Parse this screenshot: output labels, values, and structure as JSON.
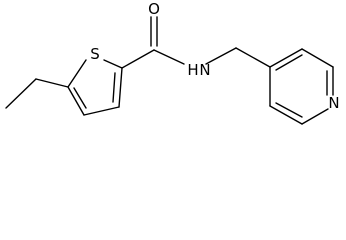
{
  "structure": {
    "atoms": {
      "sulfur": "S",
      "oxygen": "O",
      "amide_nitrogen": "N",
      "amide_hydrogen": "H",
      "pyridine_nitrogen": "N"
    },
    "bond_color": "#000000"
  }
}
